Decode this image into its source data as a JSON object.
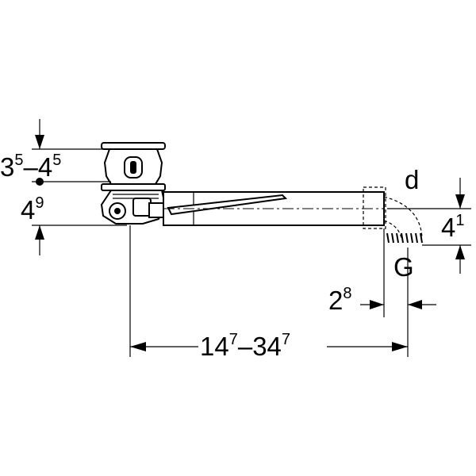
{
  "labels": {
    "top_height_min_base": "3",
    "top_height_min_exp": "5",
    "top_height_dash": "–",
    "top_height_max_base": "4",
    "top_height_max_exp": "5",
    "mid_height_base": "4",
    "mid_height_exp": "9",
    "diameter": "d",
    "right_height_base": "4",
    "right_height_exp": "1",
    "thread": "G",
    "offset_base": "2",
    "offset_exp": "8",
    "length_min_base": "14",
    "length_min_exp": "7",
    "length_dash": "–",
    "length_max_base": "34",
    "length_max_exp": "7"
  }
}
